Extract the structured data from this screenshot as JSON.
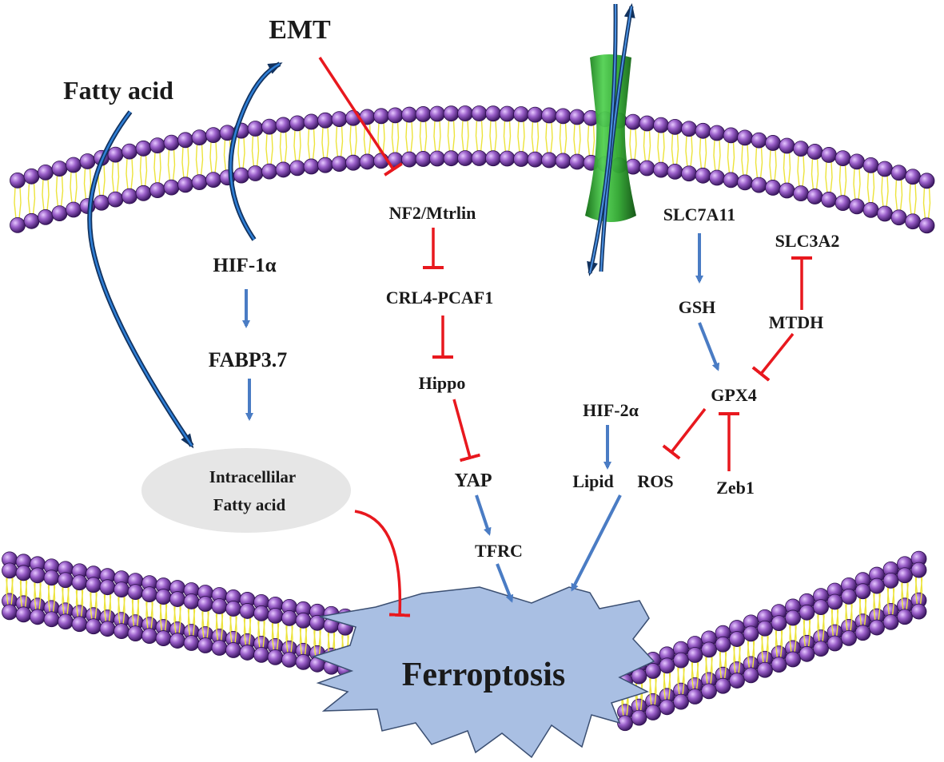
{
  "labels": {
    "emt": "EMT",
    "fatty_acid": "Fatty acid",
    "hif1a": "HIF-1α",
    "fabp": "FABP3.7",
    "intracellular_line1": "Intracellilar",
    "intracellular_line2": "Fatty acid",
    "nf2": "NF2/Mtrlin",
    "crl4": "CRL4-PCAF1",
    "hippo": "Hippo",
    "yap": "YAP",
    "tfrc": "TFRC",
    "slc7a11": "SLC7A11",
    "slc3a2": "SLC3A2",
    "gsh": "GSH",
    "mtdh": "MTDH",
    "gpx4": "GPX4",
    "hif2a": "HIF-2α",
    "lipid": "Lipid",
    "ros": "ROS",
    "zeb1": "Zeb1",
    "ferroptosis": "Ferroptosis"
  },
  "colors": {
    "activation": "#4a7cc4",
    "inhibition": "#e8181e",
    "head": "#9a5fc9",
    "tail": "#ece33a",
    "channel": "#2fa62f",
    "burst": "#a9bfe3",
    "ellipse": "#e6e6e6"
  }
}
